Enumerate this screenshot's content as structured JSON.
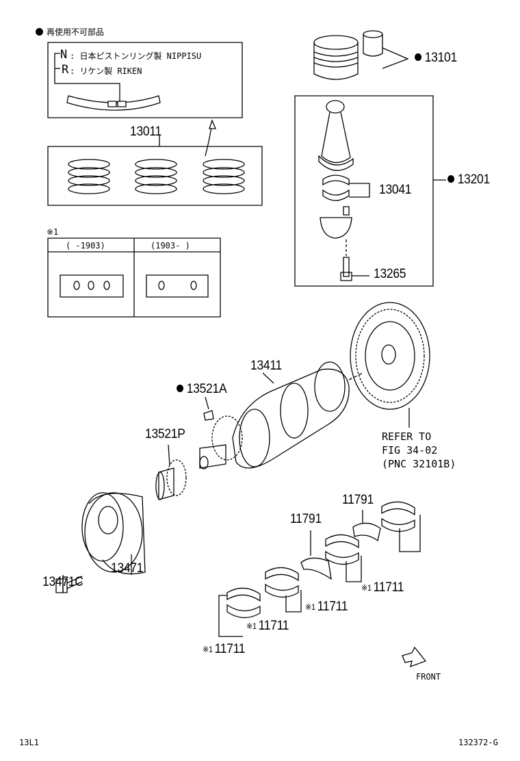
{
  "legend": {
    "bullet_text": "再使用不可部品",
    "maker_n": "N",
    "maker_n_text": ": 日本ピストンリング製 NIPPISU",
    "maker_r": "R",
    "maker_r_text": ": リケン製 RIKEN"
  },
  "variant_table": {
    "note_mark": "※1",
    "col_before": "(   -1903)",
    "col_after": "(1903-   )"
  },
  "parts": {
    "rings": "13011",
    "piston_pin": "13101",
    "conrod_assy": "13201",
    "conrod_bearing": "13041",
    "conrod_bolt": "13265",
    "crankshaft": "13411",
    "key": "13521A",
    "timing_gear": "13521P",
    "pulley": "13471",
    "pulley_bolt": "13471C",
    "thrust_washer_1": "11791",
    "thrust_washer_2": "11791",
    "main_bearing_1": "11711",
    "main_bearing_2": "11711",
    "main_bearing_3": "11711",
    "main_bearing_4": "11711"
  },
  "note_mark": "※1",
  "refer": {
    "line1": "REFER TO",
    "line2": "FIG 34-02",
    "line3": "(PNC 32101B)"
  },
  "front_label": "FRONT",
  "footer": {
    "left": "13L1",
    "right": "132372-G"
  }
}
